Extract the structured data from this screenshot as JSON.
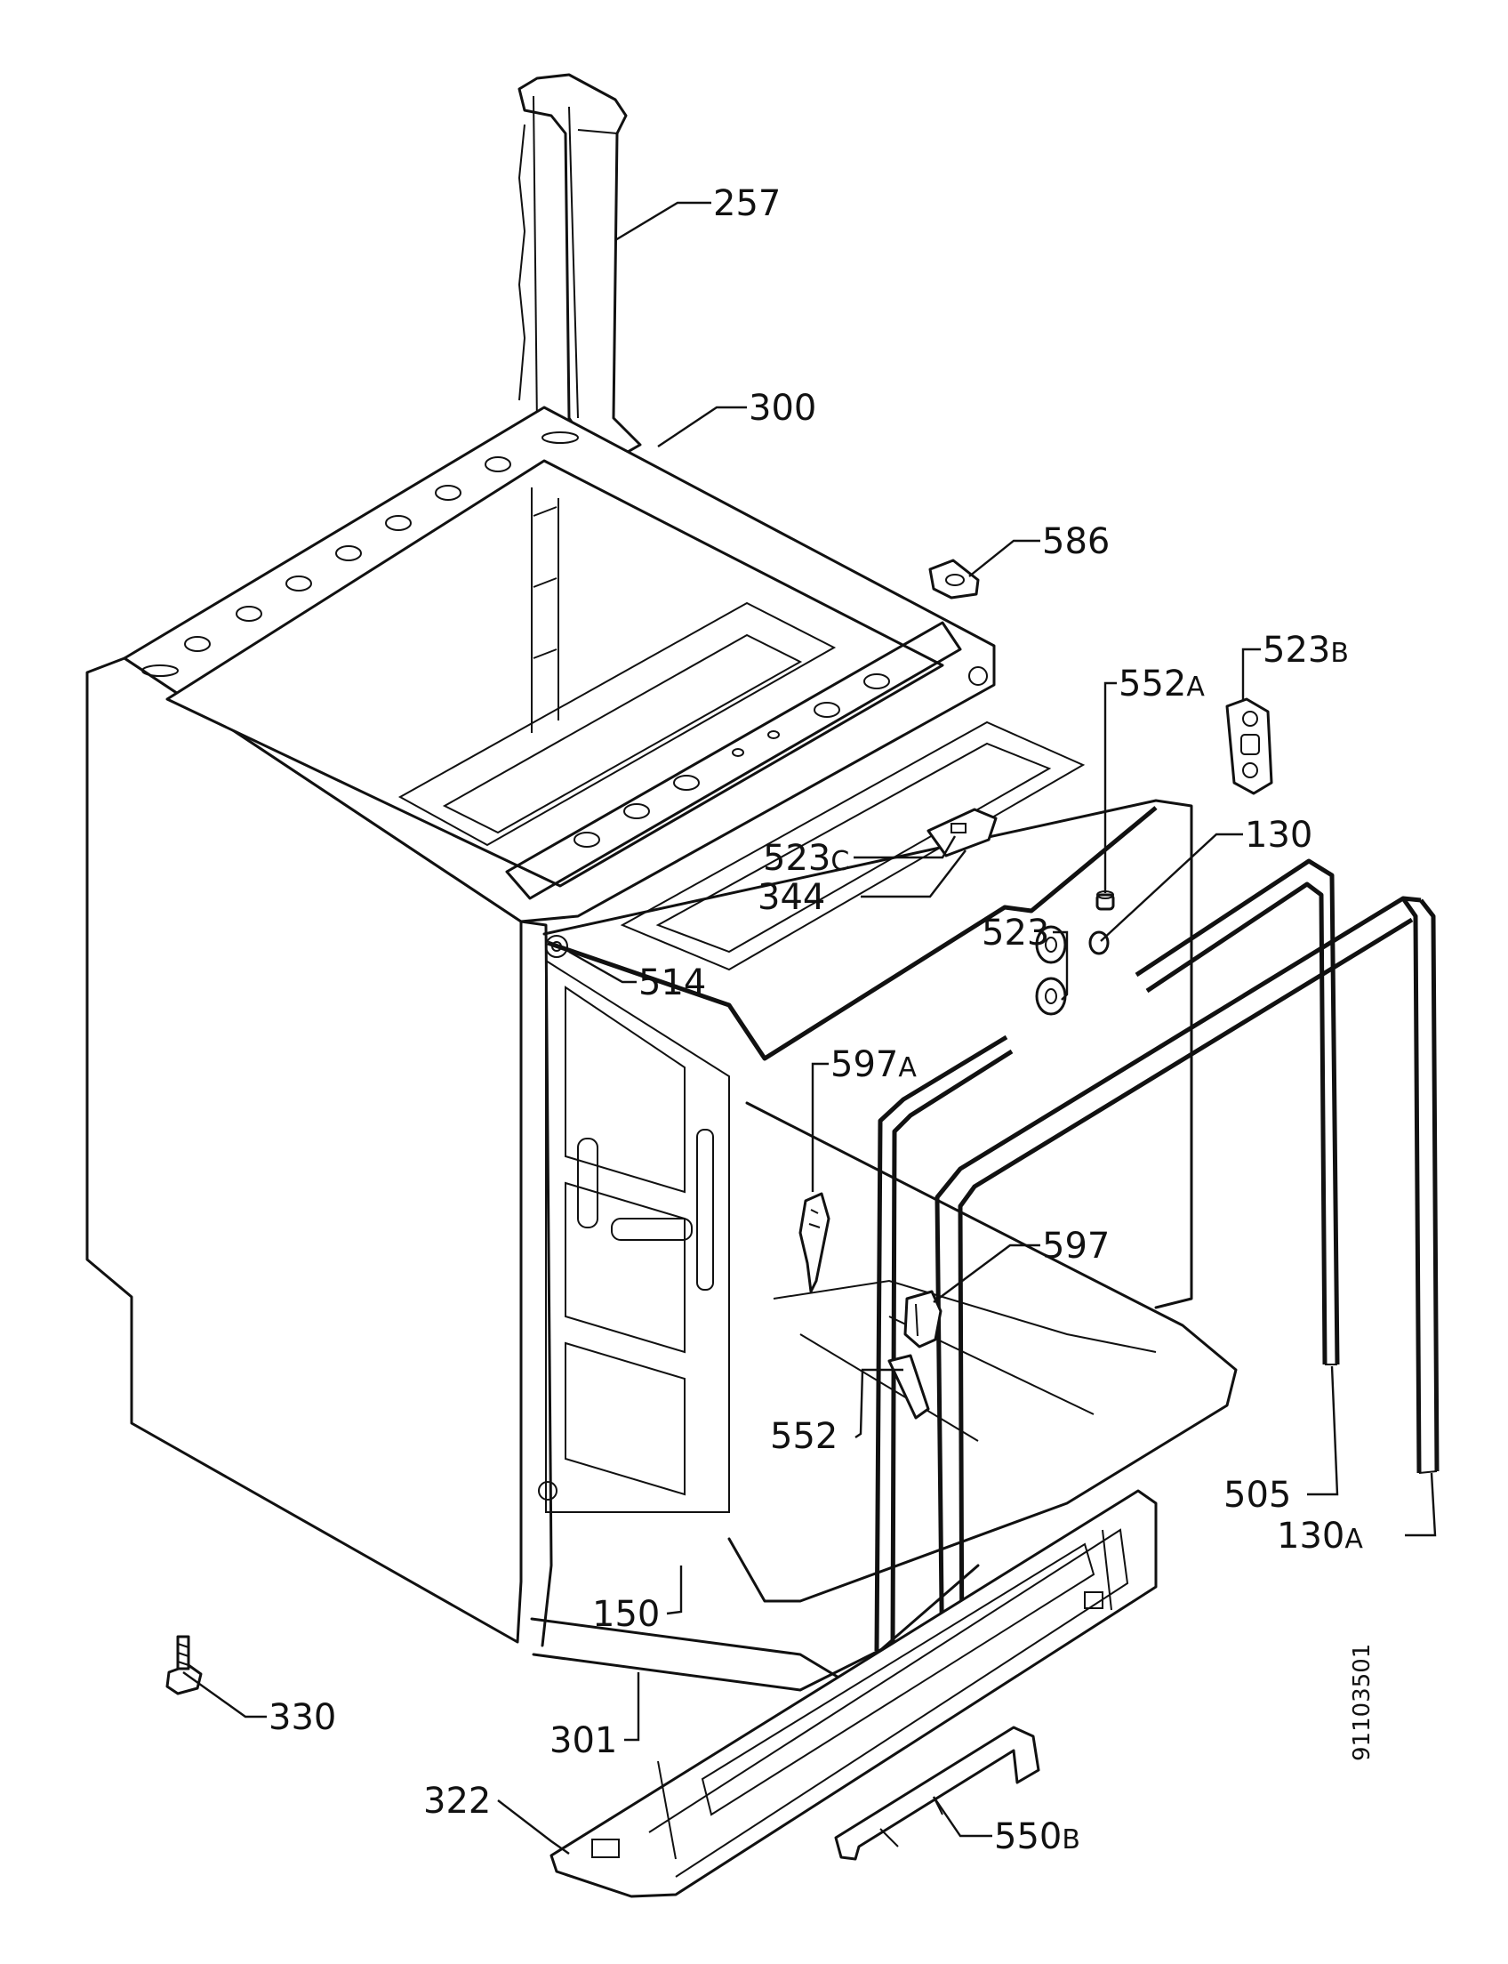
{
  "diagram": {
    "drawing_code": "91103501",
    "labels": {
      "l257": {
        "num": "257",
        "suffix": ""
      },
      "l300": {
        "num": "300",
        "suffix": ""
      },
      "l586": {
        "num": "586",
        "suffix": ""
      },
      "l523b": {
        "num": "523",
        "suffix": "B"
      },
      "l552a": {
        "num": "552",
        "suffix": "A"
      },
      "l130": {
        "num": "130",
        "suffix": ""
      },
      "l523c": {
        "num": "523",
        "suffix": "C"
      },
      "l344": {
        "num": "344",
        "suffix": ""
      },
      "l523": {
        "num": "523",
        "suffix": ""
      },
      "l514": {
        "num": "514",
        "suffix": ""
      },
      "l597a": {
        "num": "597",
        "suffix": "A"
      },
      "l597": {
        "num": "597",
        "suffix": ""
      },
      "l552": {
        "num": "552",
        "suffix": ""
      },
      "l505": {
        "num": "505",
        "suffix": ""
      },
      "l130a": {
        "num": "130",
        "suffix": "A"
      },
      "l150": {
        "num": "150",
        "suffix": ""
      },
      "l330": {
        "num": "330",
        "suffix": ""
      },
      "l301": {
        "num": "301",
        "suffix": ""
      },
      "l322": {
        "num": "322",
        "suffix": ""
      },
      "l550b": {
        "num": "550",
        "suffix": "B"
      }
    }
  }
}
